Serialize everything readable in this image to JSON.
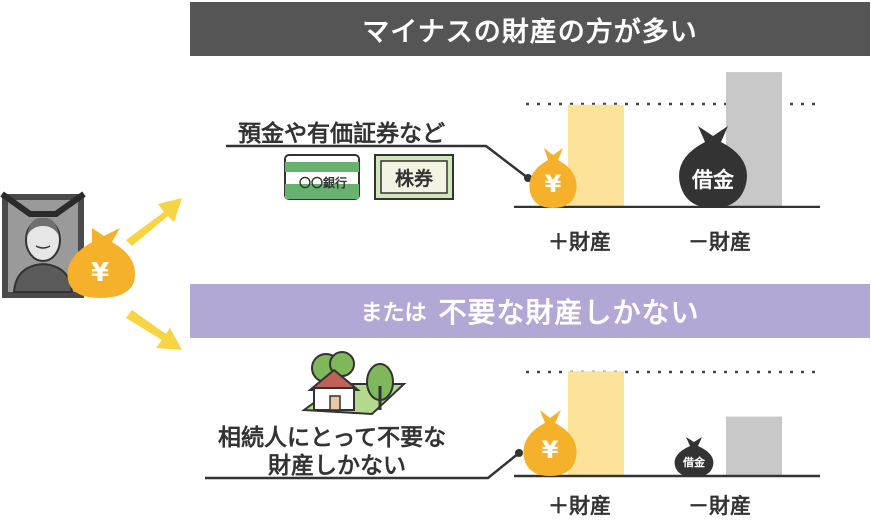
{
  "banner_top": "マイナスの財産の方が多い",
  "banner_bottom": {
    "prefix": "または",
    "main": "不要な財産しかない"
  },
  "case1": {
    "label": "預金や有価証券など",
    "bank_card_text": "〇〇銀行",
    "stock_text": "株券",
    "bag_plus_symbol": "¥",
    "bag_minus_label": "借金",
    "plus_label": "＋財産",
    "minus_label": "－財産"
  },
  "case2": {
    "label_line1": "相続人にとって不要な",
    "label_line2": "財産しかない",
    "bag_plus_symbol": "¥",
    "bag_minus_label": "借金",
    "plus_label": "＋財産",
    "minus_label": "－財産"
  },
  "person_bag_symbol": "¥",
  "icons": [
    "portrait-icon",
    "money-bag-icon",
    "arrow-icon",
    "bank-card-icon",
    "stock-certificate-icon",
    "house-icon",
    "debt-bag-icon"
  ],
  "colors": {
    "banner_dark": "#555555",
    "banner_purple": "#b3a7d5",
    "plus_bar": "#fde39a",
    "minus_bar": "#c8c8c8",
    "bag_orange": "#f6b12b",
    "bag_dark": "#333333",
    "arrow_yellow": "#f7d441"
  },
  "chart_data": [
    {
      "type": "bar",
      "categories": [
        "＋財産",
        "－財産"
      ],
      "values": [
        0.72,
        0.95
      ]
    },
    {
      "type": "bar",
      "categories": [
        "＋財産",
        "－財産"
      ],
      "values": [
        0.97,
        0.55
      ]
    }
  ]
}
